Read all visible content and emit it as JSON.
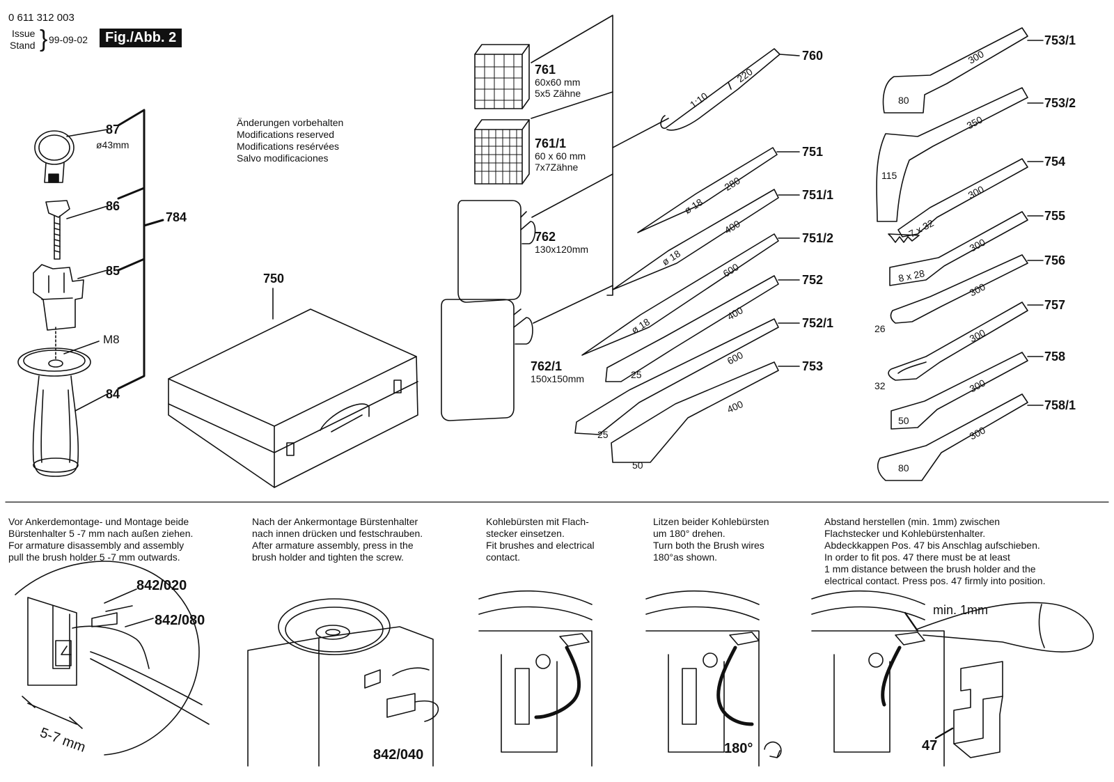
{
  "header": {
    "doc_number": "0 611 312 003",
    "issue_label": "Issue",
    "stand_label": "Stand",
    "date": "99-09-02",
    "figure": "Fig./Abb. 2"
  },
  "notice": [
    "Änderungen vorbehalten",
    "Modifications reserved",
    "Modifications resérvées",
    "Salvo modificaciones"
  ],
  "parts": {
    "p87": "87",
    "p87_dim": "ø43mm",
    "p86": "86",
    "p85": "85",
    "p84": "84",
    "p784": "784",
    "m8": "M8",
    "p750": "750",
    "p761": "761",
    "p761_a": "60x60 mm",
    "p761_b": "5x5 Zähne",
    "p761_1": "761/1",
    "p761_1_a": "60 x 60 mm",
    "p761_1_b": "7x7Zähne",
    "p762": "762",
    "p762_a": "130x120mm",
    "p762_1": "762/1",
    "p762_1_a": "150x150mm",
    "mid": [
      "760",
      "751",
      "751/1",
      "751/2",
      "752",
      "752/1",
      "753"
    ],
    "right": [
      "753/1",
      "753/2",
      "754",
      "755",
      "756",
      "757",
      "758",
      "758/1"
    ]
  },
  "bit_marks": {
    "b760_a": "1:10",
    "b760_b": "220",
    "b751_a": "ø 18",
    "b751_b": "280",
    "b751_1_a": "ø 18",
    "b751_1_b": "400",
    "b751_2_a": "ø 18",
    "b751_2_b": "600",
    "b752_a": "25",
    "b752_b": "400",
    "b752_1_a": "25",
    "b752_1_b": "600",
    "b753_a": "50",
    "b753_b": "400",
    "b753_1_a": "80",
    "b753_1_b": "300",
    "b753_2_a": "115",
    "b753_2_b": "350",
    "b754_a": "7 x 32",
    "b754_b": "300",
    "b755_a": "8 x 28",
    "b755_b": "300",
    "b756_a": "26",
    "b756_b": "300",
    "b757_a": "32",
    "b757_b": "300",
    "b758_a": "50",
    "b758_b": "300",
    "b758_1_a": "80",
    "b758_1_b": "300"
  },
  "instructions": [
    {
      "lines": [
        "Vor Ankerdemontage- und Montage beide",
        "Bürstenhalter 5 -7 mm nach außen ziehen.",
        "For armature disassembly and assembly",
        "pull the brush holder 5 -7 mm outwards."
      ]
    },
    {
      "lines": [
        "Nach der Ankermontage Bürstenhalter",
        "nach innen drücken und festschrauben.",
        "After armature assembly, press in the",
        "brush holder and tighten the screw."
      ]
    },
    {
      "lines": [
        "Kohlebürsten mit Flach-",
        "stecker einsetzen.",
        "Fit brushes and electrical",
        "contact."
      ]
    },
    {
      "lines": [
        "Litzen beider Kohlebürsten",
        "um 180° drehen.",
        "Turn both the Brush wires",
        "180°as shown."
      ]
    },
    {
      "lines": [
        "Abstand herstellen (min. 1mm) zwischen",
        "Flachstecker und Kohlebürstenhalter.",
        "Abdeckkappen Pos. 47 bis Anschlag aufschieben.",
        "In order to fit pos. 47 there must be at least",
        "1 mm distance between the brush holder and the",
        "electrical contact. Press pos. 47 firmly into position."
      ]
    }
  ],
  "callouts": {
    "c842_020": "842/020",
    "c842_080": "842/080",
    "c842_040": "842/040",
    "dim_57": "5-7 mm",
    "deg180": "180°",
    "min1": "min. 1mm",
    "p47": "47"
  }
}
